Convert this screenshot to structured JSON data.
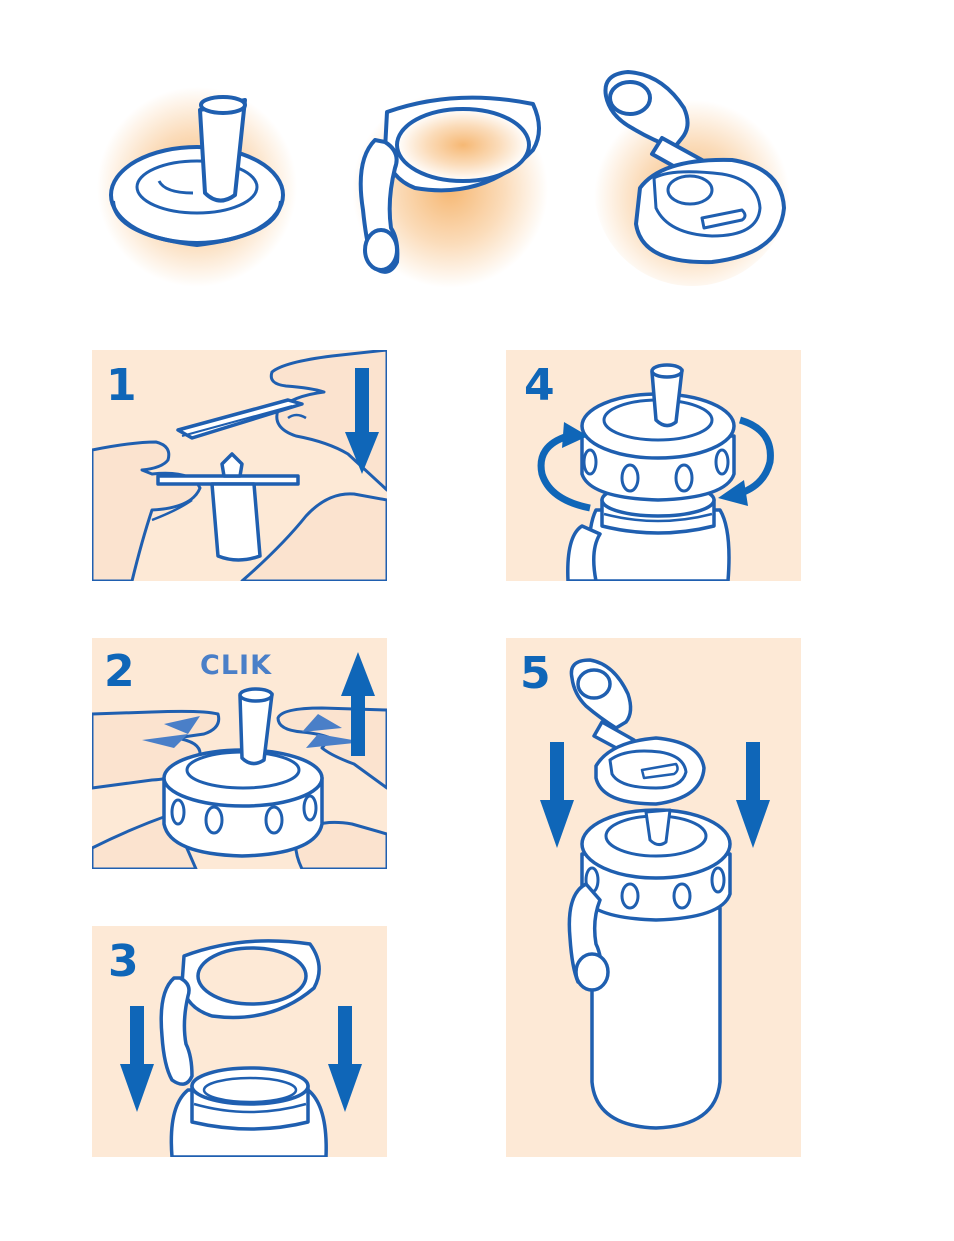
{
  "colors": {
    "outline": "#1f5fb0",
    "arrow": "#0f66b8",
    "clik": "#4a7fc8",
    "panel_bg": "#fde9d6",
    "glow": "#f8c690",
    "skin": "#fbe3cf",
    "white": "#ffffff"
  },
  "parts": [
    {
      "name": "spout-valve",
      "icon": "spout-icon"
    },
    {
      "name": "handle-ring",
      "icon": "handle-icon"
    },
    {
      "name": "flip-cap",
      "icon": "flip-cap-icon"
    }
  ],
  "steps": [
    {
      "number": "1",
      "icon": "press-down-arrow-icon"
    },
    {
      "number": "2",
      "sound_label": "CLIK",
      "icon": "push-up-arrow-icon"
    },
    {
      "number": "3",
      "icon": "down-arrows-icon"
    },
    {
      "number": "4",
      "icon": "rotate-arrows-icon"
    },
    {
      "number": "5",
      "icon": "down-arrows-icon"
    }
  ]
}
